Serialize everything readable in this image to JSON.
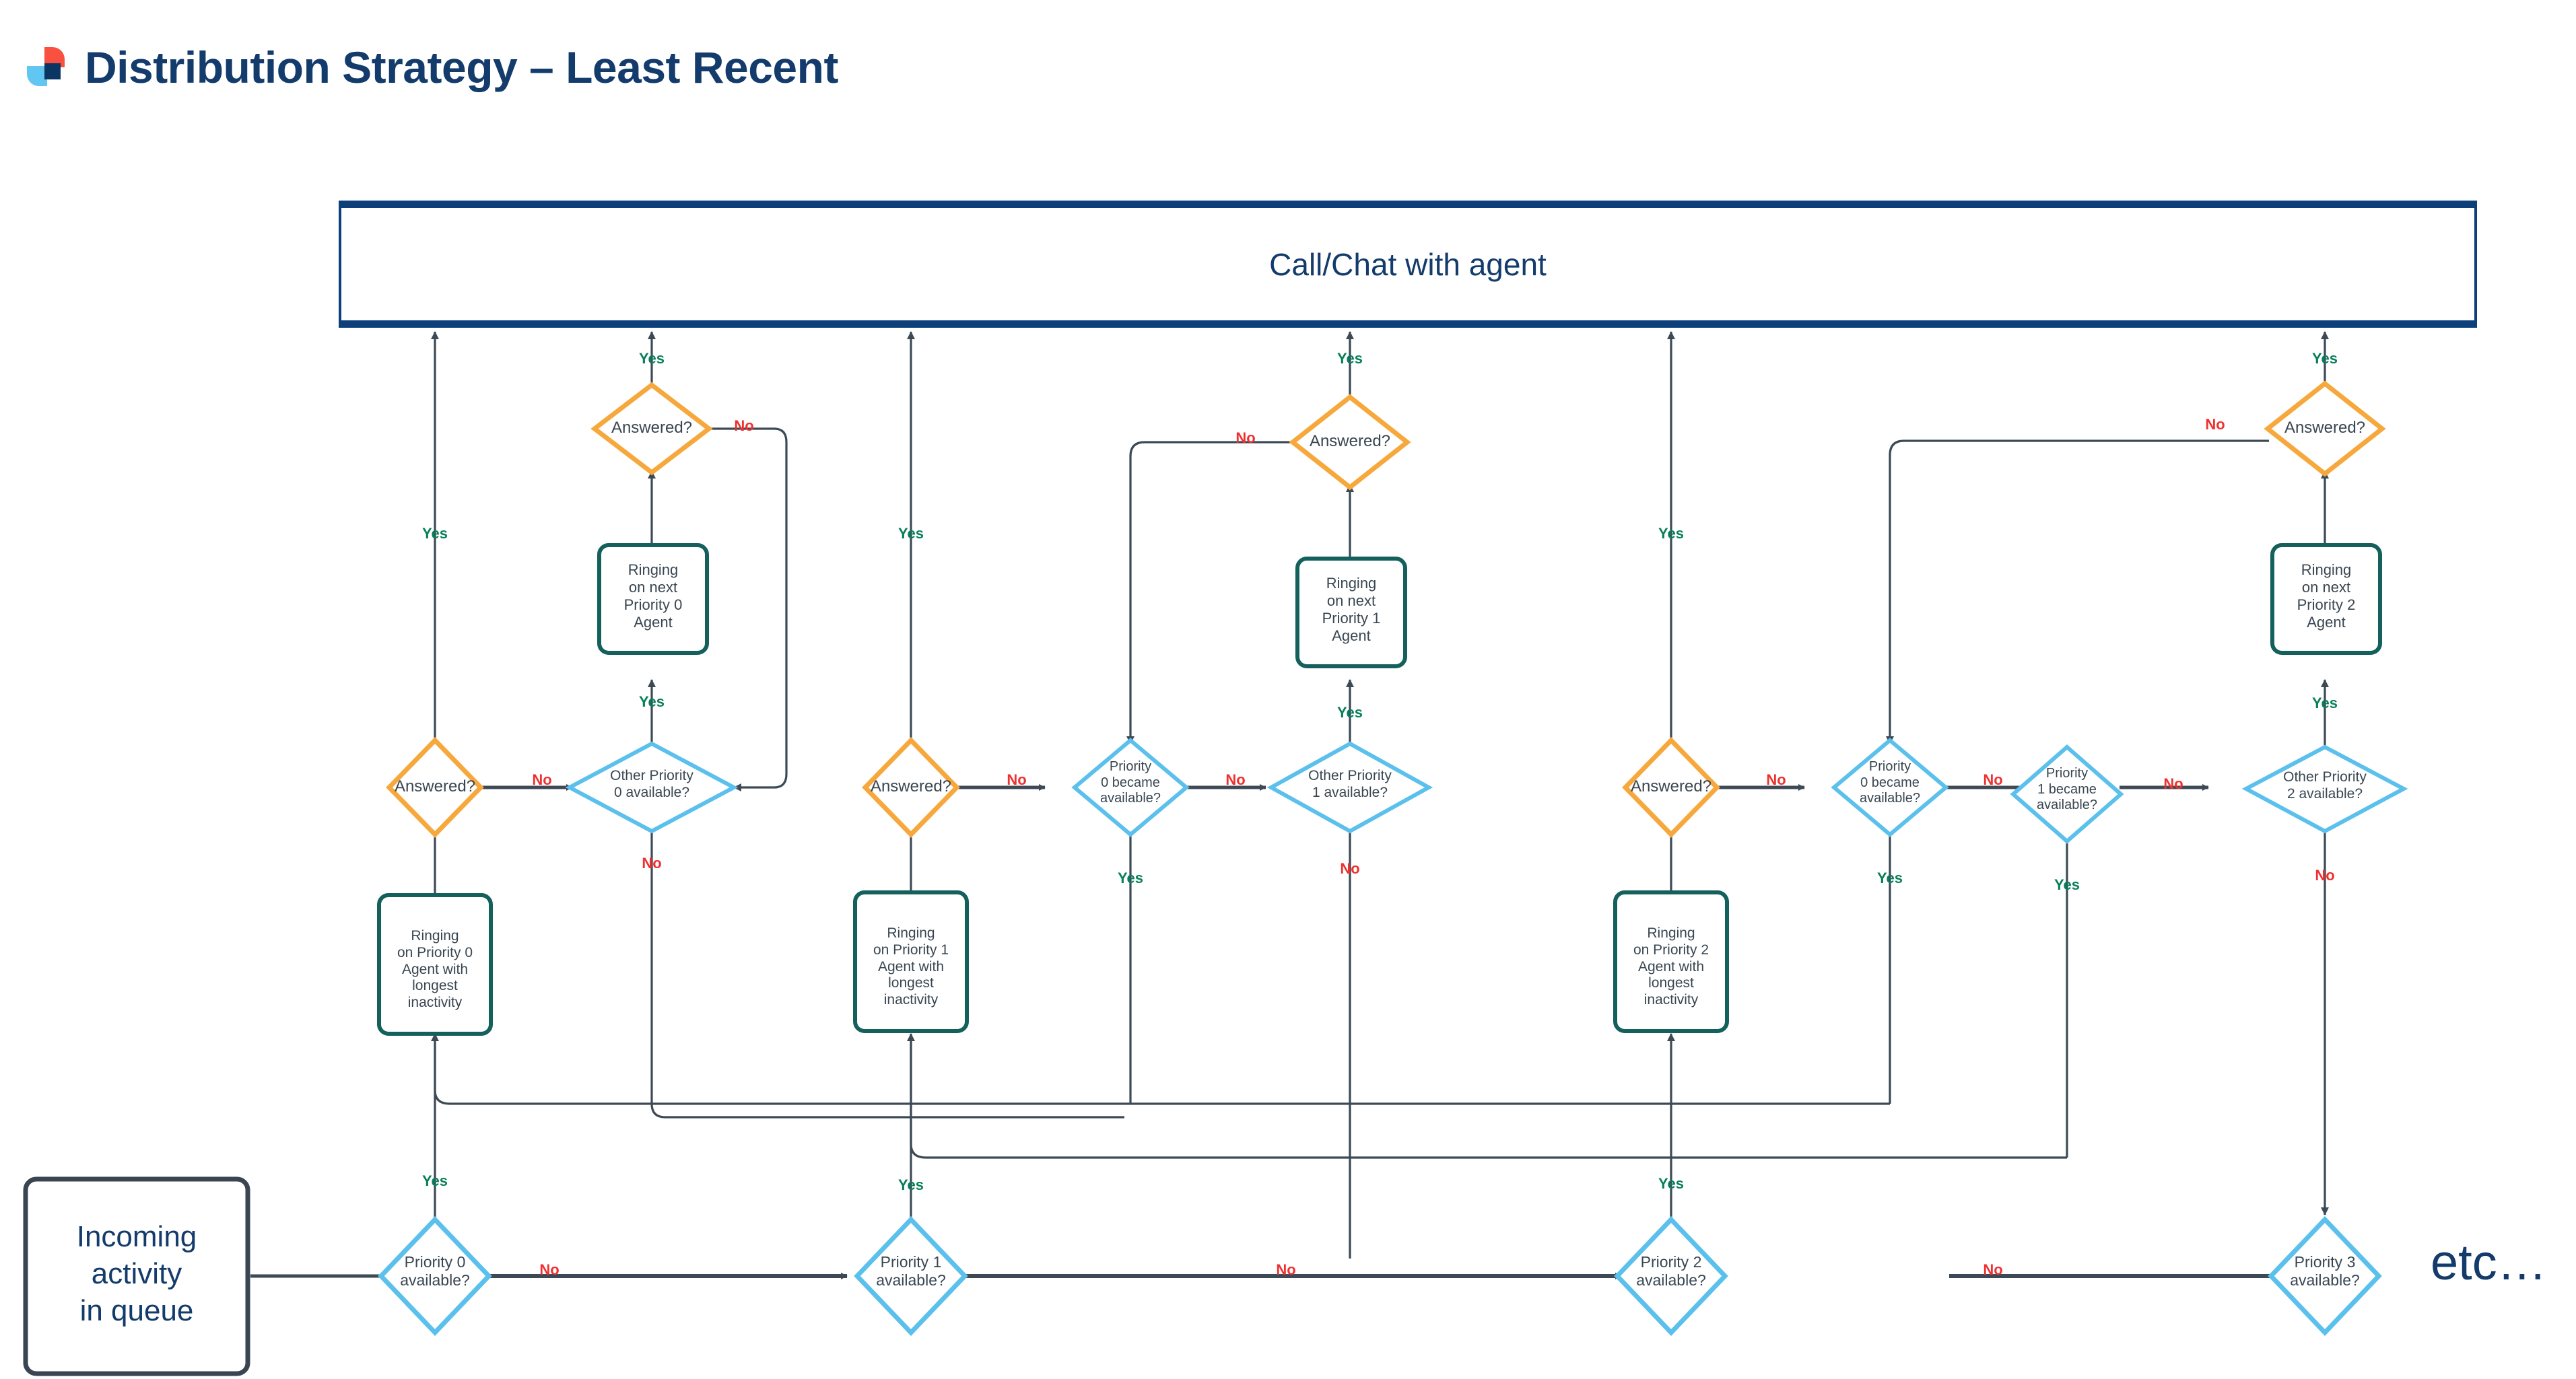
{
  "header": {
    "title": "Distribution Strategy – Least Recent",
    "logo_name": "brand-logo",
    "logo_colors": {
      "red": "#f9503f",
      "blue": "#62c6f2",
      "navy": "#0b3562"
    }
  },
  "colors": {
    "title": "#133b6b",
    "answered_diamond": "#f7a83c",
    "availability_diamond": "#5bc0ec",
    "ringing_box": "#13605c",
    "queue_box": "#3a4552",
    "edge": "#3d4a55",
    "yes_label": "#087f5b",
    "no_label": "#f03030",
    "agent_box_border": "#0d3f7a"
  },
  "nodes": {
    "agent_box": {
      "label": "Call/Chat with agent",
      "shape": "rectangle"
    },
    "queue": {
      "label": "Incoming\nactivity\nin queue",
      "shape": "rounded-rectangle"
    },
    "etc": {
      "label": "etc…"
    }
  },
  "groups": [
    {
      "priority": 0,
      "entry_diamond": {
        "label": "Priority 0\navailable?",
        "shape": "diamond",
        "color": "availability"
      },
      "ringing_longest": {
        "label": "Ringing\non Priority 0\nAgent with\nlongest\ninactivity",
        "shape": "rounded-rectangle"
      },
      "answered_lower": {
        "label": "Answered?",
        "shape": "diamond",
        "color": "answered"
      },
      "other_available": {
        "label": "Other Priority\n0 available?",
        "shape": "diamond",
        "color": "availability"
      },
      "ringing_next": {
        "label": "Ringing\non next\nPriority 0\nAgent",
        "shape": "rounded-rectangle"
      },
      "answered_upper": {
        "label": "Answered?",
        "shape": "diamond",
        "color": "answered"
      },
      "became_available": null
    },
    {
      "priority": 1,
      "entry_diamond": {
        "label": "Priority 1\navailable?",
        "shape": "diamond",
        "color": "availability"
      },
      "ringing_longest": {
        "label": "Ringing\non Priority 1\nAgent with\nlongest\ninactivity",
        "shape": "rounded-rectangle"
      },
      "answered_lower": {
        "label": "Answered?",
        "shape": "diamond",
        "color": "answered"
      },
      "became_available": [
        {
          "label": "Priority\n0 became\navailable?",
          "shape": "diamond",
          "color": "availability"
        }
      ],
      "other_available": {
        "label": "Other Priority\n1 available?",
        "shape": "diamond",
        "color": "availability"
      },
      "ringing_next": {
        "label": "Ringing\non next\nPriority 1\nAgent",
        "shape": "rounded-rectangle"
      },
      "answered_upper": {
        "label": "Answered?",
        "shape": "diamond",
        "color": "answered"
      }
    },
    {
      "priority": 2,
      "entry_diamond": {
        "label": "Priority 2\navailable?",
        "shape": "diamond",
        "color": "availability"
      },
      "ringing_longest": {
        "label": "Ringing\non Priority 2\nAgent with\nlongest\ninactivity",
        "shape": "rounded-rectangle"
      },
      "answered_lower": {
        "label": "Answered?",
        "shape": "diamond",
        "color": "answered"
      },
      "became_available": [
        {
          "label": "Priority\n0 became\navailable?",
          "shape": "diamond",
          "color": "availability"
        },
        {
          "label": "Priority\n1 became\navailable?",
          "shape": "diamond",
          "color": "availability"
        }
      ],
      "other_available": {
        "label": "Other Priority\n2 available?",
        "shape": "diamond",
        "color": "availability"
      },
      "ringing_next": {
        "label": "Ringing\non next\nPriority 2\nAgent",
        "shape": "rounded-rectangle"
      },
      "answered_upper": {
        "label": "Answered?",
        "shape": "diamond",
        "color": "answered"
      }
    },
    {
      "priority": 3,
      "entry_diamond": {
        "label": "Priority 3\navailable?",
        "shape": "diamond",
        "color": "availability"
      }
    }
  ],
  "edge_labels": {
    "yes": "Yes",
    "no": "No"
  },
  "node_text": {
    "answered": "Answered?",
    "p0_available": "Priority 0\navailable?",
    "p1_available": "Priority 1\navailable?",
    "p2_available": "Priority 2\navailable?",
    "p3_available": "Priority 3\navailable?",
    "other_p0": "Other Priority\n0 available?",
    "other_p1": "Other Priority\n1 available?",
    "other_p2": "Other Priority\n2 available?",
    "p0_became": "Priority\n0 became\navailable?",
    "p1_became": "Priority\n1 became\navailable?",
    "ring_next_p0": "Ringing\non next\nPriority 0\nAgent",
    "ring_next_p1": "Ringing\non next\nPriority 1\nAgent",
    "ring_next_p2": "Ringing\non next\nPriority 2\nAgent",
    "ring_long_p0": "Ringing\non Priority 0\nAgent with\nlongest\ninactivity",
    "ring_long_p1": "Ringing\non Priority 1\nAgent with\nlongest\ninactivity",
    "ring_long_p2": "Ringing\non Priority 2\nAgent with\nlongest\ninactivity",
    "agent": "Call/Chat with agent",
    "queue": "Incoming\nactivity\nin queue",
    "etc": "etc…"
  }
}
